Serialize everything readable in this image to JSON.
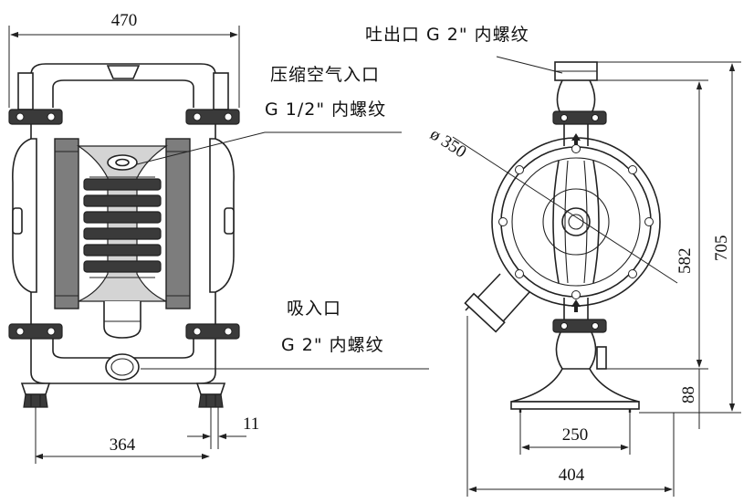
{
  "front_view": {
    "width_label": "470",
    "foot_span_label": "364",
    "foot_width_label": "11",
    "air_inlet_label_line1": "压缩空气入口",
    "air_inlet_label_line2": "G 1/2\" 内螺纹",
    "suction_label_line1": "吸入口",
    "suction_label_line2": "G 2\" 内螺纹"
  },
  "side_view": {
    "outlet_label": "吐出口 G 2\" 内螺纹",
    "diameter_label": "ø 350",
    "outlet_height_label": "582",
    "total_height_label": "705",
    "inlet_height_label": "88",
    "base_width_label": "250",
    "total_depth_label": "404"
  },
  "colors": {
    "line": "#222222",
    "diaphragm_fill": "#7d7d7d",
    "center_block_fill": "#3a3a3a",
    "background": "#ffffff"
  },
  "icons": {
    "flow_arrow_top": "arrow-up-icon",
    "flow_arrow_bottom": "arrow-up-icon"
  }
}
